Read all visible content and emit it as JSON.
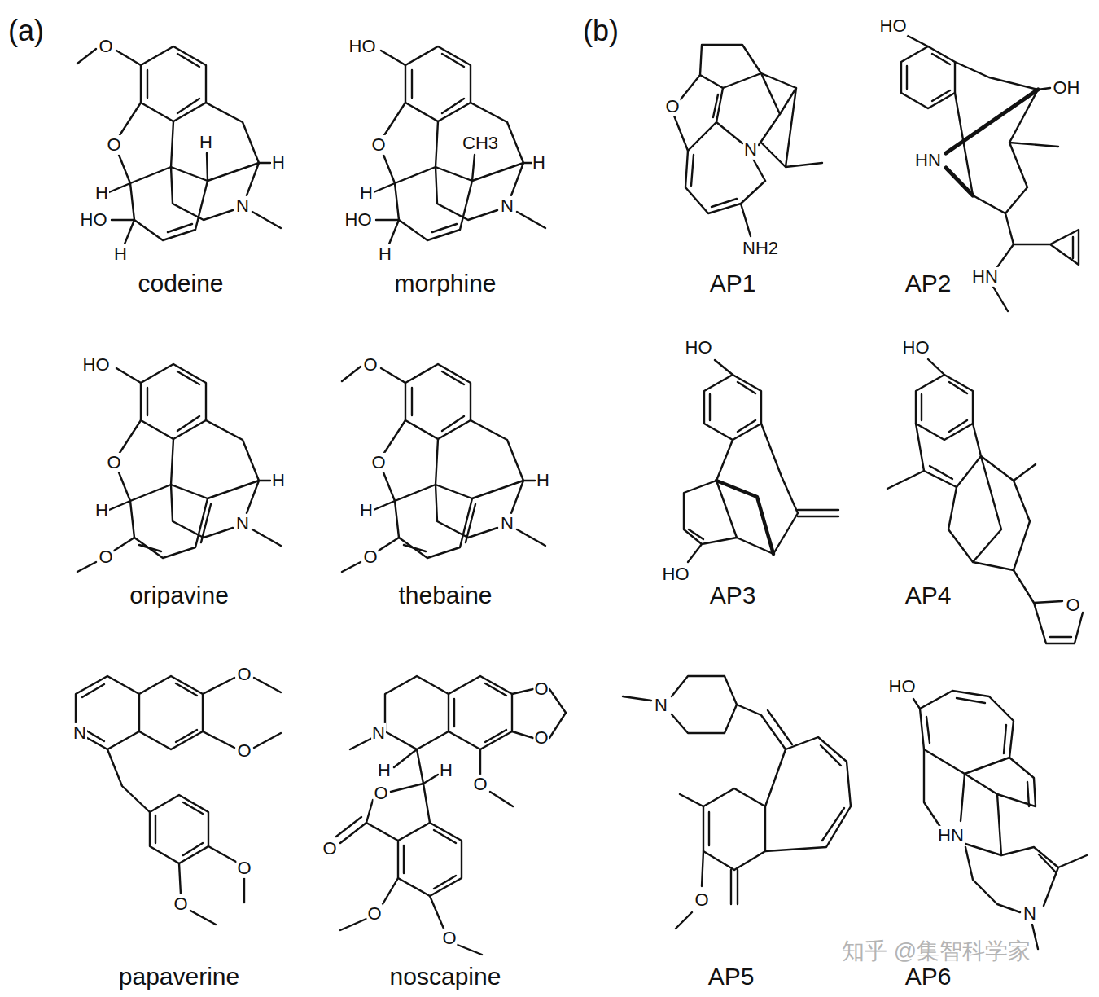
{
  "diagram": {
    "labels": [
      "(a)",
      "(b)",
      "O",
      "O",
      "H",
      "H",
      "H",
      "HO",
      "H",
      "N",
      "codeine",
      "HO",
      "O",
      "CH3",
      "H",
      "H",
      "HO",
      "H",
      "N",
      "morphine",
      "HO",
      "O",
      "H",
      "H",
      "O",
      "N",
      "oripavine",
      "O",
      "O",
      "H",
      "H",
      "O",
      "N",
      "thebaine",
      "O",
      "O",
      "N",
      "O",
      "O",
      "papaverine",
      "O",
      "O",
      "N",
      "H",
      "H",
      "O",
      "O",
      "O",
      "O",
      "O",
      "noscapine",
      "O",
      "N",
      "NH2",
      "AP1",
      "HO",
      "OH",
      "HN",
      "HN",
      "AP2",
      "HO",
      "HO",
      "AP3",
      "HO",
      "O",
      "AP4",
      "N",
      "O",
      "AP5",
      "HO",
      "HN",
      "N",
      "AP6",
      "知乎 @集智科学家"
    ]
  }
}
